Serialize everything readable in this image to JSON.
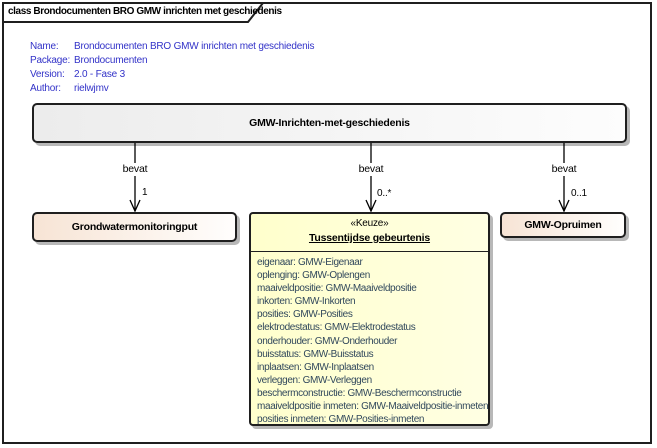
{
  "diagram": {
    "frame_title": "class Brondocumenten BRO GMW inrichten met geschiedenis"
  },
  "metadata": {
    "rows": [
      {
        "label": "Name:",
        "value": "Brondocumenten BRO GMW inrichten met geschiedenis"
      },
      {
        "label": "Package:",
        "value": "Brondocumenten"
      },
      {
        "label": "Version:",
        "value": "2.0 - Fase 3"
      },
      {
        "label": "Author:",
        "value": "rielwjmv"
      }
    ]
  },
  "root_class": {
    "name": "GMW-Inrichten-met-geschiedenis"
  },
  "connectors": [
    {
      "label": "bevat",
      "multiplicity": "1"
    },
    {
      "label": "bevat",
      "multiplicity": "0..*"
    },
    {
      "label": "bevat",
      "multiplicity": "0..1"
    }
  ],
  "classes": {
    "grondwatermonitoringput": {
      "name": "Grondwatermonitoringput"
    },
    "tussentijdse_gebeurtenis": {
      "stereotype": "«Keuze»",
      "name": "Tussentijdse gebeurtenis",
      "attributes": [
        "eigenaar: GMW-Eigenaar",
        "oplenging: GMW-Oplengen",
        "maaiveldpositie: GMW-Maaiveldpositie",
        "inkorten: GMW-Inkorten",
        "posities: GMW-Posities",
        "elektrodestatus: GMW-Elektrodestatus",
        "onderhouder: GMW-Onderhouder",
        "buisstatus: GMW-Buisstatus",
        "inplaatsen: GMW-Inplaatsen",
        "verleggen: GMW-Verleggen",
        "beschermconstructie: GMW-Beschermconstructie",
        "maaiveldpositie inmeten: GMW-Maaiveldpositie-inmeten",
        "posities inmeten: GMW-Posities-inmeten"
      ]
    },
    "gmw_opruimen": {
      "name": "GMW-Opruimen"
    }
  },
  "colors": {
    "metadata_text": "#3232c8",
    "attribute_text": "#31485c",
    "choice_fill": "#ffffcc",
    "element_fill": "#f7e4d5",
    "border": "#1f1f1f"
  }
}
